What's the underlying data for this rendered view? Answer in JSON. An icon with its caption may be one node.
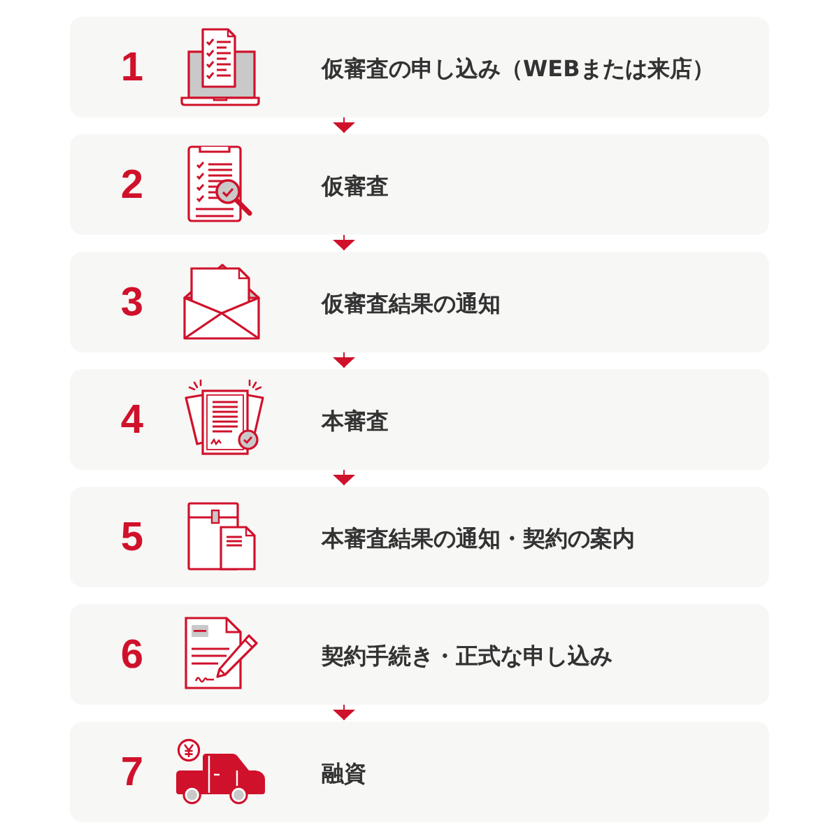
{
  "diagram": {
    "nodes": [
      {
        "text": [
          "1",
          "仮審査の申し込み（WEBまたは来店）"
        ]
      },
      {
        "text": [
          "2",
          "仮審査"
        ]
      },
      {
        "text": [
          "3",
          "仮審査結果の通知"
        ]
      },
      {
        "text": [
          "4",
          "本審査"
        ]
      },
      {
        "text": [
          "5",
          "本審査結果の通知・契約の案内"
        ]
      },
      {
        "text": [
          "6",
          "契約手続き・正式な申し込み"
        ]
      },
      {
        "text": [
          "7",
          "融資"
        ]
      }
    ],
    "edges": [
      {
        "from": 0,
        "to": 1,
        "arrow": "to"
      },
      {
        "from": 1,
        "to": 2,
        "arrow": "to"
      },
      {
        "from": 2,
        "to": 3,
        "arrow": "to"
      },
      {
        "from": 3,
        "to": 4,
        "arrow": "to"
      },
      {
        "from": 5,
        "to": 6,
        "arrow": "to"
      }
    ]
  }
}
